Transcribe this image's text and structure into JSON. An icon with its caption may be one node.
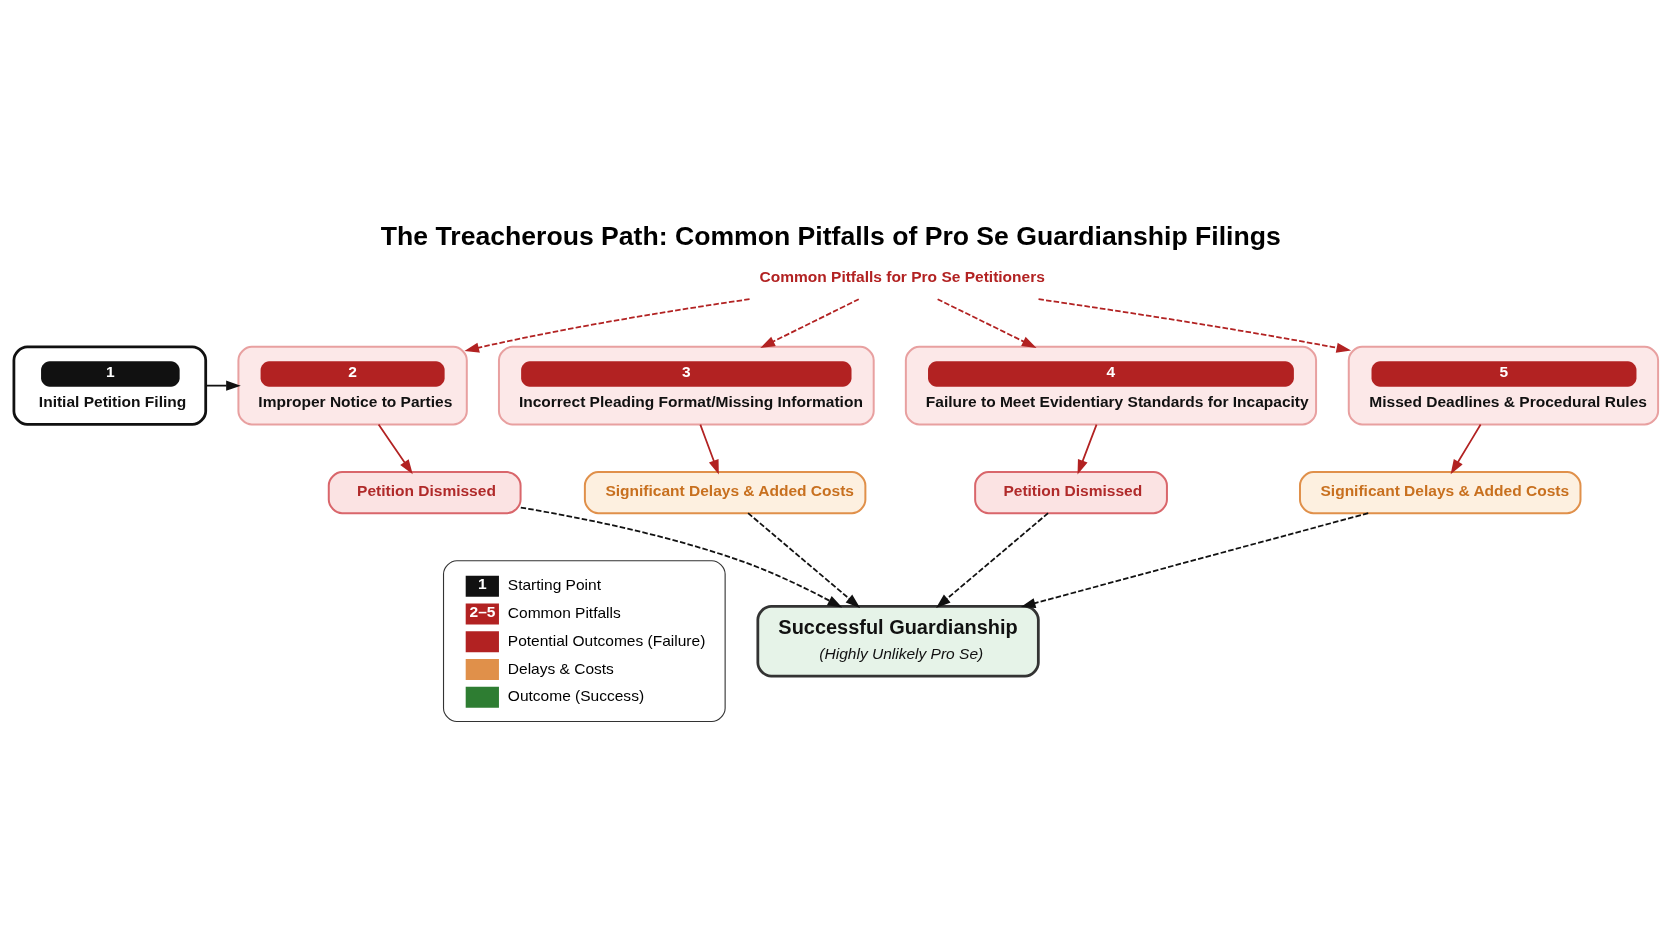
{
  "diagram": {
    "title": "The Treacherous Path: Common Pitfalls of Pro Se Guardianship Filings",
    "nodes": [
      {
        "text": [
          "1",
          "Initial Petition Filing"
        ]
      },
      {
        "text": [
          "Common Pitfalls for Pro Se Petitioners"
        ]
      },
      {
        "text": [
          "2",
          "Improper Notice to Parties"
        ]
      },
      {
        "text": [
          "3",
          "Incorrect Pleading Format/Missing Information"
        ]
      },
      {
        "text": [
          "4",
          "Failure to Meet Evidentiary Standards for Incapacity"
        ]
      },
      {
        "text": [
          "5",
          "Missed Deadlines & Procedural Rules"
        ]
      },
      {
        "text": [
          "Petition Dismissed"
        ]
      },
      {
        "text": [
          "Significant Delays & Added Costs"
        ]
      },
      {
        "text": [
          "Petition Dismissed"
        ]
      },
      {
        "text": [
          "Significant Delays & Added Costs"
        ]
      },
      {
        "text": [
          "Successful Guardianship",
          "(Highly Unlikely Pro Se)"
        ]
      }
    ],
    "edges": [
      {
        "from": 0,
        "to": 2,
        "arrow": "to",
        "color": "#111111"
      },
      {
        "from": 1,
        "to": 2,
        "arrow": "to",
        "style": "dashed",
        "color": "#b22222"
      },
      {
        "from": 1,
        "to": 3,
        "arrow": "to",
        "style": "dashed",
        "color": "#b22222"
      },
      {
        "from": 1,
        "to": 4,
        "arrow": "to",
        "style": "dashed",
        "color": "#b22222"
      },
      {
        "from": 1,
        "to": 5,
        "arrow": "to",
        "style": "dashed",
        "color": "#b22222"
      },
      {
        "from": 2,
        "to": 6,
        "arrow": "to",
        "color": "#b22222"
      },
      {
        "from": 3,
        "to": 7,
        "arrow": "to",
        "color": "#b22222"
      },
      {
        "from": 4,
        "to": 8,
        "arrow": "to",
        "color": "#b22222"
      },
      {
        "from": 5,
        "to": 9,
        "arrow": "to",
        "color": "#b22222"
      },
      {
        "from": 6,
        "to": 10,
        "arrow": "to",
        "style": "dashed",
        "color": "#111111"
      },
      {
        "from": 7,
        "to": 10,
        "arrow": "to",
        "style": "dashed",
        "color": "#111111"
      },
      {
        "from": 8,
        "to": 10,
        "arrow": "to",
        "style": "dashed",
        "color": "#111111"
      },
      {
        "from": 9,
        "to": 10,
        "arrow": "to",
        "style": "dashed",
        "color": "#111111"
      }
    ],
    "labels": [
      "1",
      "2–5"
    ],
    "legend": [
      {
        "text": "Starting Point"
      },
      {
        "text": "Common Pitfalls"
      },
      {
        "text": "Potential Outcomes (Failure)"
      },
      {
        "text": "Delays & Costs"
      },
      {
        "text": "Outcome (Success)"
      }
    ]
  }
}
